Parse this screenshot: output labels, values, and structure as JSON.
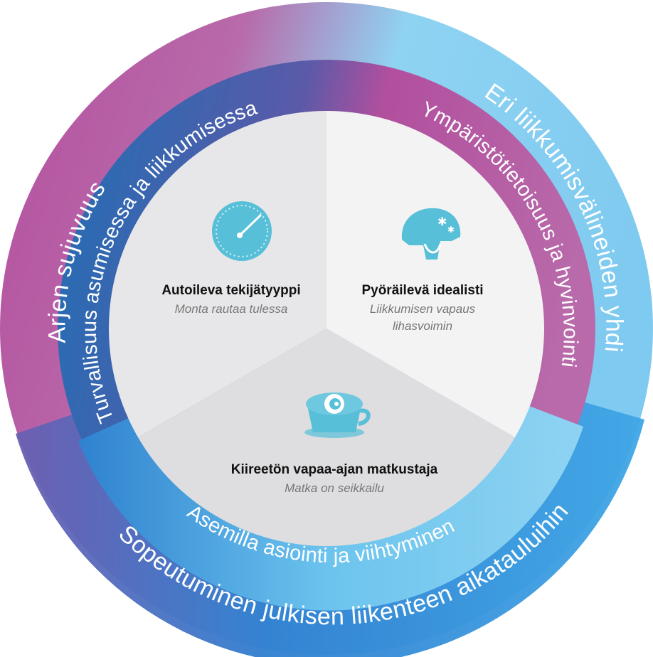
{
  "outer_ring": {
    "left_label": "Arjen sujuvuus",
    "right_label": "Eri liikkumisvälineiden yhdistely",
    "bottom_label": "Sopeutuminen julkisen liikenteen aikatauluihin"
  },
  "inner_ring": {
    "left_label": "Turvallisuus asumisessa ja liikkumisessa",
    "right_label": "Ympäristötietoisuus ja hyvinvointi",
    "bottom_label": "Asemilla asiointi ja viihtyminen"
  },
  "segments": {
    "driver": {
      "title": "Autoileva tekijätyyppi",
      "subtitle": "Monta rautaa tulessa",
      "icon": "speedometer-icon"
    },
    "cyclist": {
      "title": "Pyöräilevä idealisti",
      "subtitle_line1": "Liikkumisen vapaus",
      "subtitle_line2": "lihasvoimin",
      "icon": "helmet-icon"
    },
    "traveler": {
      "title": "Kiireetön vapaa-ajan matkustaja",
      "subtitle": "Matka on seikkailu",
      "icon": "cup-icon"
    }
  },
  "colors": {
    "magenta": "#b54f9f",
    "light_blue": "#8fd3f2",
    "dark_blue": "#1f6fb5",
    "icon_teal": "#57bfd8",
    "segment_light": "#f3f3f4",
    "segment_mid": "#e7e7e9",
    "segment_dark": "#dedee0"
  }
}
